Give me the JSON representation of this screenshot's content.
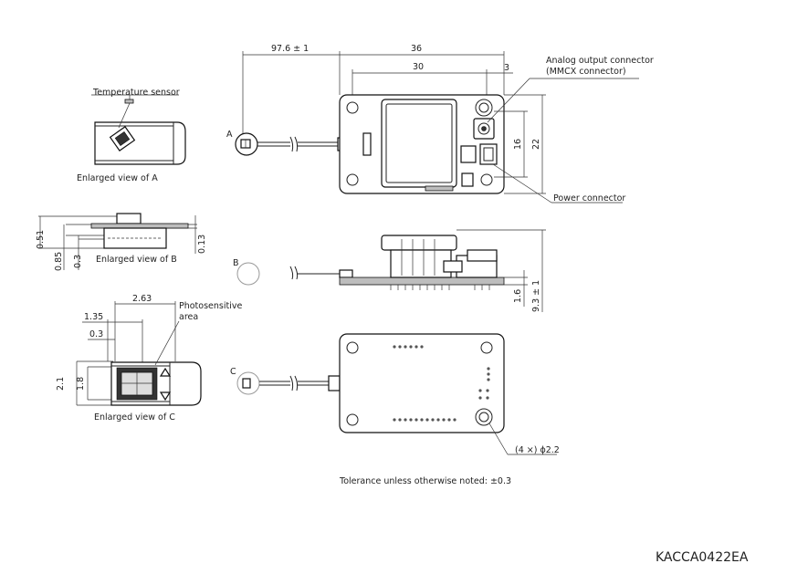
{
  "views": {
    "A": {
      "marker": "A",
      "caption": "Enlarged view of A",
      "temperature_sensor_label": "Temperature sensor"
    },
    "B": {
      "marker": "B",
      "caption": "Enlarged view of B",
      "dims": {
        "d051": "0.51",
        "d085": "0.85",
        "d03": "0.3",
        "d013": "0.13"
      }
    },
    "C": {
      "marker": "C",
      "caption": "Enlarged view of C",
      "photosensitive_label_1": "Photosensitive",
      "photosensitive_label_2": "area",
      "dims": {
        "d263": "2.63",
        "d135": "1.35",
        "d03": "0.3",
        "d21": "2.1",
        "d18": "1.8"
      }
    }
  },
  "main": {
    "dims": {
      "cable_length": "97.6 ± 1",
      "width_36": "36",
      "width_30": "30",
      "offset_3": "3",
      "height_16": "16",
      "height_22": "22",
      "thickness_16": "1.6",
      "thickness_93": "9.3 ± 1",
      "hole": "(4 ×) ϕ2.2"
    },
    "labels": {
      "analog_1": "Analog output connector",
      "analog_2": "(MMCX connector)",
      "power": "Power connector"
    }
  },
  "tolerance_note": "Tolerance unless otherwise noted: ±0.3",
  "figure_code": "KACCA0422EA"
}
